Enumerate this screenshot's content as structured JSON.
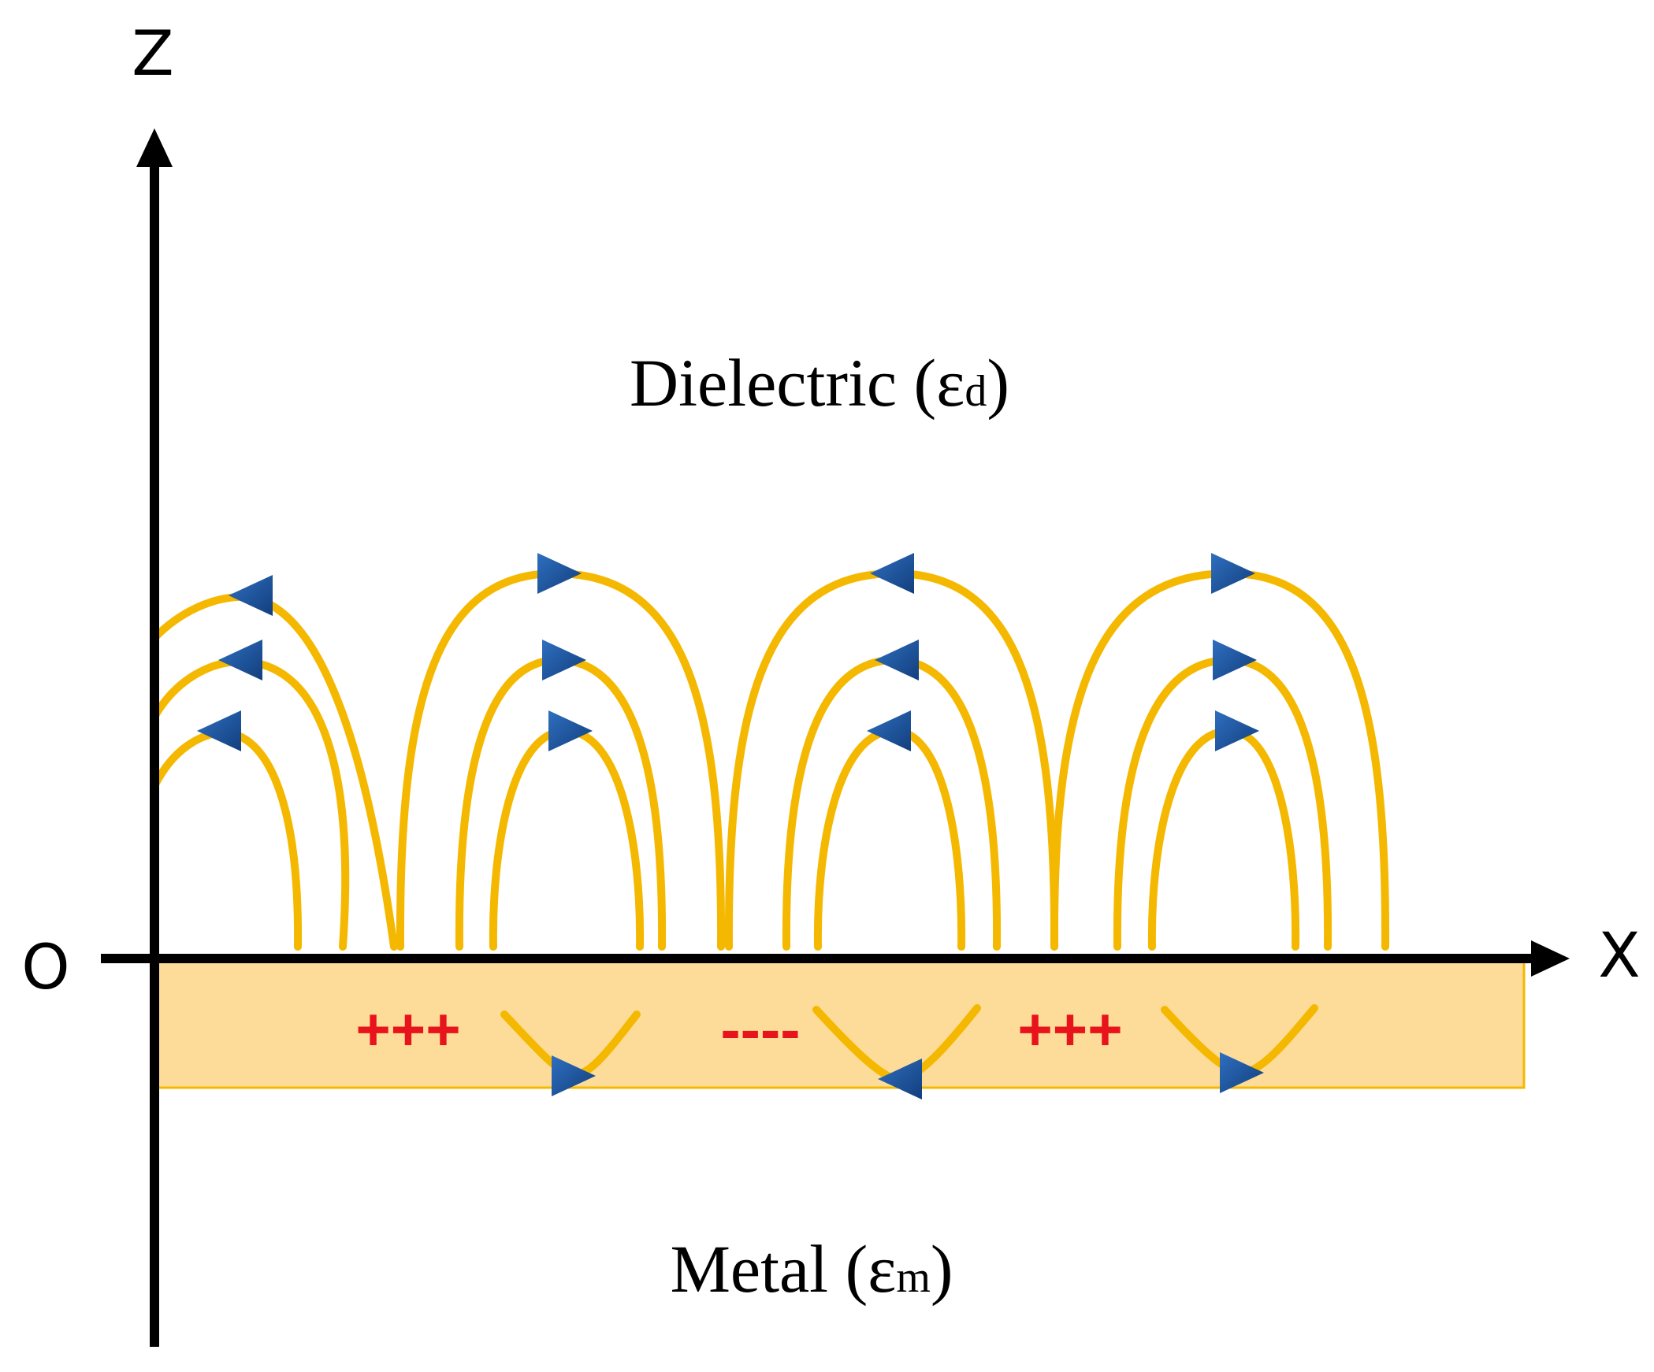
{
  "axes": {
    "z_label": "Z",
    "x_label": "X",
    "origin_label": "O"
  },
  "regions": {
    "dielectric": {
      "name": "Dielectric (ε",
      "subscript": "d",
      "close": ")"
    },
    "metal": {
      "name": "Metal (ε",
      "subscript": "m",
      "close": ")"
    }
  },
  "charges": [
    "+++",
    "----",
    "+++"
  ],
  "colors": {
    "field_line": "#F5B800",
    "arrow": "#1F5AA6",
    "metal_fill": "#FDDC9A",
    "metal_border": "#F5B800",
    "charge": "#E8141B",
    "axis": "#000000"
  }
}
